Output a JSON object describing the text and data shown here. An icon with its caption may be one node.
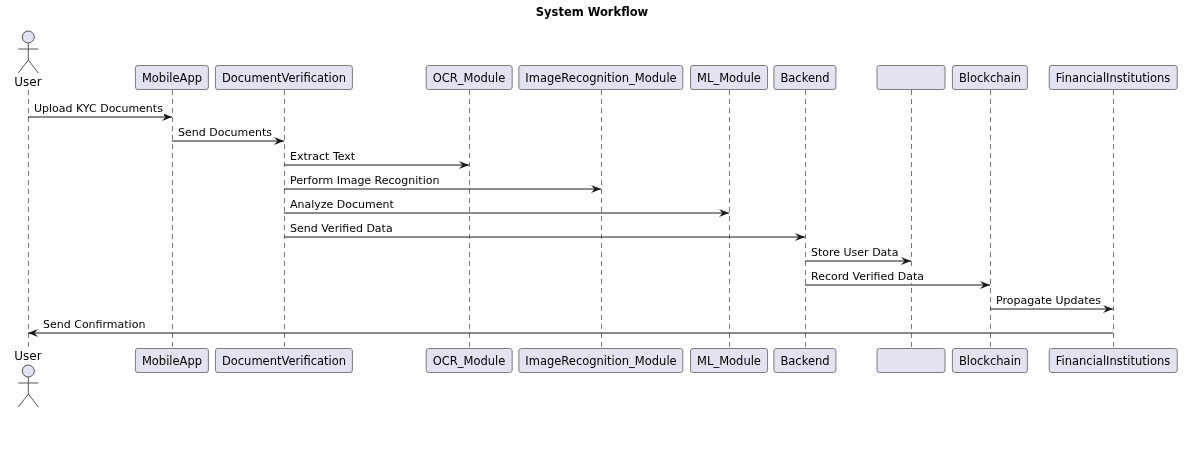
{
  "diagram": {
    "title": "System Workflow",
    "nodes": [
      {
        "text": [
          "User"
        ]
      },
      {
        "text": [
          "MobileApp"
        ]
      },
      {
        "text": [
          "DocumentVerification"
        ]
      },
      {
        "text": [
          "OCR_Module"
        ]
      },
      {
        "text": [
          "ImageRecognition_Module"
        ]
      },
      {
        "text": [
          "ML_Module"
        ]
      },
      {
        "text": [
          "Backend"
        ]
      },
      {
        "text": [],
        "shape": "box"
      },
      {
        "text": [
          "Blockchain"
        ]
      },
      {
        "text": [
          "FinancialInstitutions"
        ]
      },
      {
        "text": [],
        "shape": "line"
      },
      {
        "text": [],
        "shape": "line"
      },
      {
        "text": [],
        "shape": "line"
      },
      {
        "text": [],
        "shape": "line"
      },
      {
        "text": [],
        "shape": "line"
      },
      {
        "text": [],
        "shape": "line"
      },
      {
        "text": [],
        "shape": "line"
      },
      {
        "text": [],
        "shape": "line"
      },
      {
        "text": [],
        "shape": "line"
      },
      {
        "text": [],
        "shape": "line"
      },
      {
        "text": [
          "User"
        ]
      },
      {
        "text": [
          "MobileApp"
        ]
      },
      {
        "text": [
          "DocumentVerification"
        ]
      },
      {
        "text": [
          "OCR_Module"
        ]
      },
      {
        "text": [
          "ImageRecognition_Module"
        ]
      },
      {
        "text": [
          "ML_Module"
        ]
      },
      {
        "text": [
          "Backend"
        ]
      },
      {
        "text": [],
        "shape": "box"
      },
      {
        "text": [
          "Blockchain"
        ]
      },
      {
        "text": [
          "FinancialInstitutions"
        ]
      }
    ],
    "edges": [
      {
        "from": 10,
        "to": 11,
        "arrow": "to",
        "label": "Upload KYC Documents"
      },
      {
        "from": 11,
        "to": 12,
        "arrow": "to",
        "label": "Send Documents"
      },
      {
        "from": 12,
        "to": 13,
        "arrow": "to",
        "label": "Extract Text"
      },
      {
        "from": 12,
        "to": 14,
        "arrow": "to",
        "label": "Perform Image Recognition"
      },
      {
        "from": 12,
        "to": 15,
        "arrow": "to",
        "label": "Analyze Document"
      },
      {
        "from": 12,
        "to": 16,
        "arrow": "to",
        "label": "Send Verified Data"
      },
      {
        "from": 16,
        "to": 17,
        "arrow": "to",
        "label": "Store User Data"
      },
      {
        "from": 16,
        "to": 18,
        "arrow": "to",
        "label": "Record Verified Data"
      },
      {
        "from": 18,
        "to": 19,
        "arrow": "to",
        "label": "Propagate Updates"
      },
      {
        "from": 19,
        "to": 10,
        "arrow": "to",
        "label": "Send Confirmation"
      }
    ]
  }
}
